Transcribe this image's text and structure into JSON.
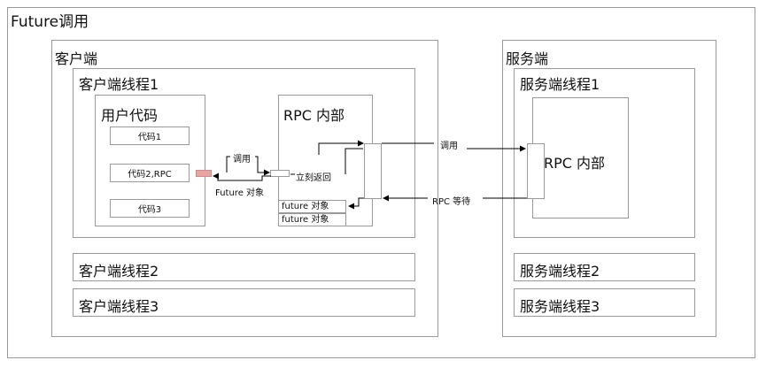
{
  "title": "Future调用",
  "client": {
    "label": "客户端",
    "thread1": {
      "label": "客户端线程1",
      "user_code": {
        "label": "用户代码",
        "items": [
          "代码1",
          "代码2,RPC",
          "代码3"
        ]
      },
      "rpc_internal": {
        "label": "RPC 内部",
        "future_slots": [
          "future 对象",
          "future 对象"
        ]
      }
    },
    "thread2": "客户端线程2",
    "thread3": "客户端线程3"
  },
  "server": {
    "label": "服务端",
    "thread1": {
      "label": "服务端线程1",
      "rpc_internal": "RPC 内部"
    },
    "thread2": "服务端线程2",
    "thread3": "服务端线程3"
  },
  "arrows": {
    "call_inner": "调用",
    "future_object": "Future 对象",
    "return_immediately": "立刻返回",
    "call_remote": "调用",
    "rpc_wait": "RPC 等待"
  },
  "colors": {
    "border": "#9a9a9a",
    "highlight": "#e9a3a3",
    "arrow": "#000000"
  }
}
